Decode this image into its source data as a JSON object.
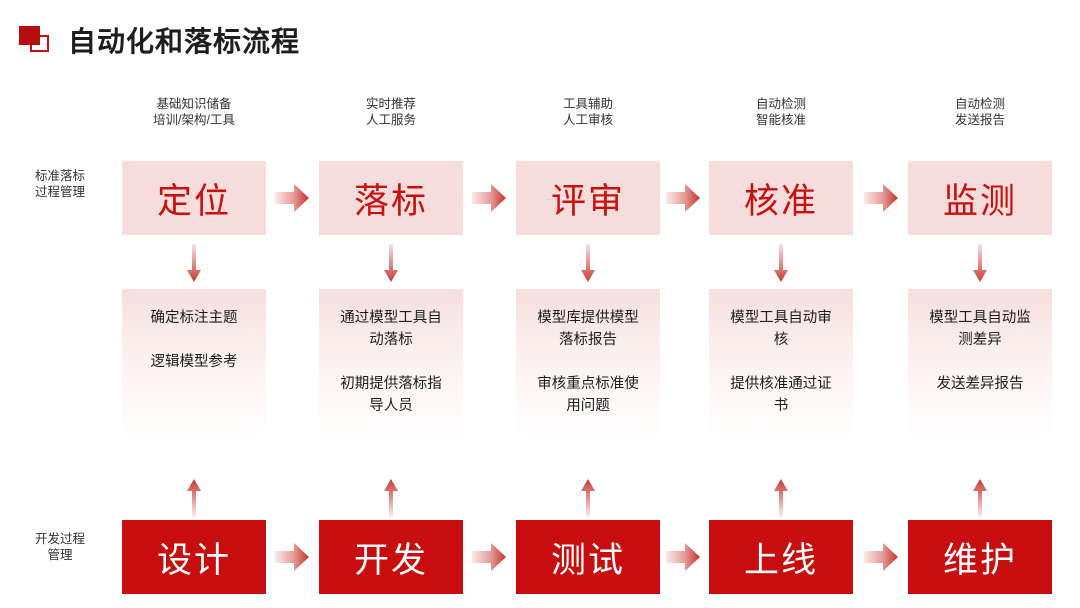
{
  "title": {
    "text": "自动化和落标流程",
    "icon": "double-square-icon",
    "accent_color": "#c70d0d"
  },
  "colors": {
    "stage_top_bg": "#f7dcdc",
    "stage_top_text": "#c8100f",
    "stage_bottom_bg": "#c70d0d",
    "stage_bottom_text": "#ffffff",
    "content_gradient_top": "#f6dedd",
    "content_gradient_bottom": "#fffefe",
    "caption_text": "#333333"
  },
  "row_labels": [
    {
      "name": "standard-process",
      "text": "标准落标\n过程管理"
    },
    {
      "name": "dev-process",
      "text": "开发过程\n管理"
    }
  ],
  "columns": [
    {
      "caption": "基础知识储备\n培训/架构/工具",
      "stage_top": "定位",
      "content": [
        "确定标注主题",
        "逻辑模型参考"
      ],
      "stage_bottom": "设计"
    },
    {
      "caption": "实时推荐\n人工服务",
      "stage_top": "落标",
      "content": [
        "通过模型工具自动落标",
        "初期提供落标指导人员"
      ],
      "stage_bottom": "开发"
    },
    {
      "caption": "工具辅助\n人工审核",
      "stage_top": "评审",
      "content": [
        "模型库提供模型落标报告",
        "审核重点标准使用问题"
      ],
      "stage_bottom": "测试"
    },
    {
      "caption": "自动检测\n智能核准",
      "stage_top": "核准",
      "content": [
        "模型工具自动审核",
        "提供核准通过证书"
      ],
      "stage_bottom": "上线"
    },
    {
      "caption": "自动检测\n发送报告",
      "stage_top": "监测",
      "content": [
        "模型工具自动监测差异",
        "发送差异报告"
      ],
      "stage_bottom": "维护"
    }
  ]
}
